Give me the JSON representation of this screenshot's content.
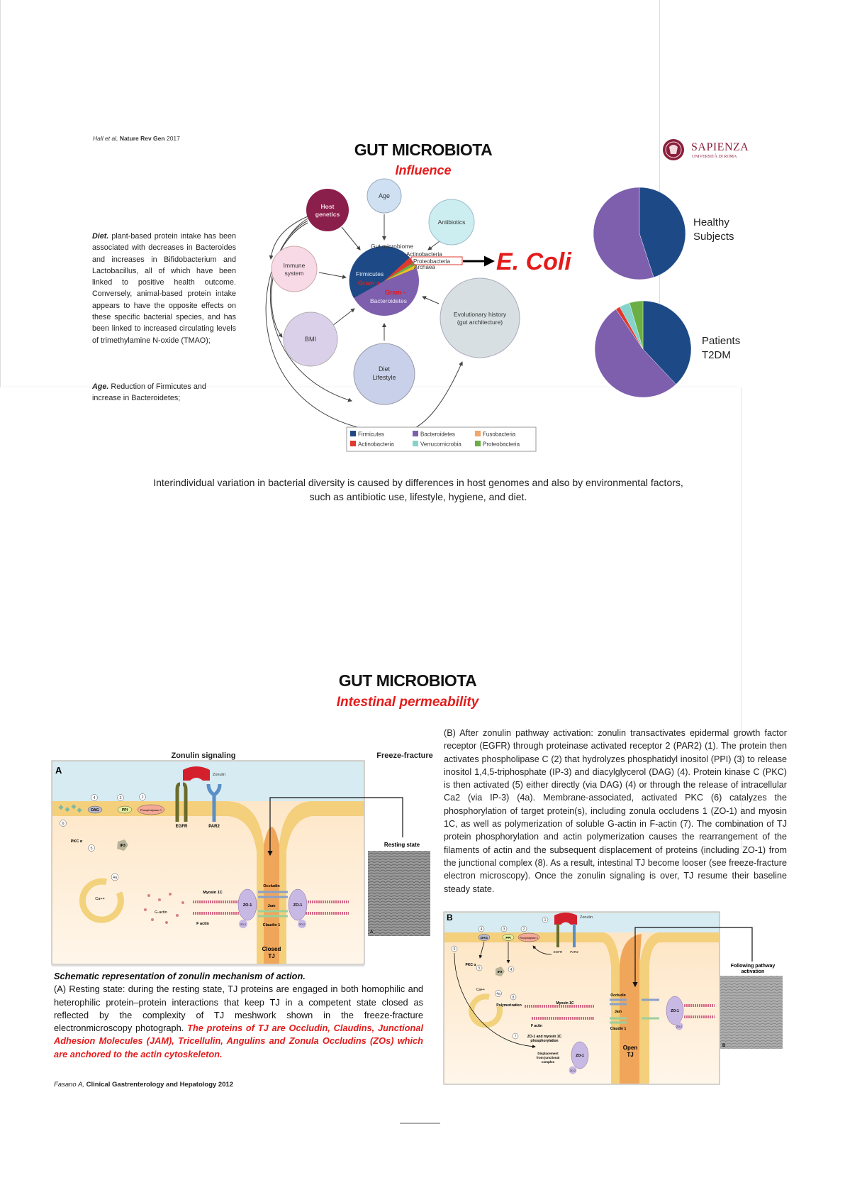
{
  "slide1": {
    "citation_authors": "Hall et al,",
    "citation_journal": "Nature Rev Gen",
    "citation_year": "2017",
    "title": "GUT MICROBIOTA",
    "subtitle": "Influence",
    "logo": {
      "name": "SAPIENZA",
      "subname": "UNIVERSITÀ DI ROMA"
    },
    "diet_label": "Diet.",
    "diet_text": " plant-based protein intake has been associated with decreases in Bacteroides and increases in Bifidobacterium and Lactobacillus, all of which have been linked to positive health outcome. Conversely, animal-based protein intake appears to have the opposite effects on these specific bacterial species, and has been linked to increased circulating levels of trimethylamine N-oxide (TMAO);",
    "age_label": "Age.",
    "age_text": " Reduction of Firmicutes and increase in Bacteroidetes;",
    "diagram": {
      "age": "Age",
      "host_genetics_1": "Host",
      "host_genetics_2": "genetics",
      "antibiotics": "Antibiotics",
      "immune_1": "Immune",
      "immune_2": "system",
      "bmi": "BMI",
      "diet_1": "Diet",
      "diet_2": "Lifestyle",
      "evo_1": "Evolutionary history",
      "evo_2": "(gut architecture)",
      "gut_microbiome": "Gut microbiome",
      "actinobacteria": "Actinobacteria",
      "proteobacteria": "Proteobacteria",
      "archaea": "Archaea",
      "firmicutes": "Firmicutes",
      "gram_pos": "Gram +",
      "gram_neg": "Gram -",
      "bacteroidetes": "Bacteroidetes",
      "ecoli": "E. Coli"
    },
    "caption_line1": "Interindividual variation in bacterial diversity is caused by differences in host genomes and also by environmental factors,",
    "caption_line2": "such as antibiotic use, lifestyle, hygiene, and diet."
  },
  "chart_data": [
    {
      "type": "pie",
      "title": "Healthy Subjects",
      "label_1": "Healthy",
      "label_2": "Subjects",
      "categories": [
        "Firmicutes",
        "Bacteroidetes"
      ],
      "values": [
        45,
        55
      ]
    },
    {
      "type": "pie",
      "title": "Patients T2DM",
      "label_1": "Patients",
      "label_2": "T2DM",
      "categories": [
        "Firmicutes",
        "Bacteroidetes",
        "Actinobacteria",
        "Verrucomicrobia",
        "Proteobacteria"
      ],
      "values": [
        38,
        52.5,
        1.5,
        3.5,
        4.5
      ]
    }
  ],
  "legend": [
    {
      "label": "Firmicutes",
      "color": "#1d4a86"
    },
    {
      "label": "Bacteroidetes",
      "color": "#7d5fae"
    },
    {
      "label": "Fusobacteria",
      "color": "#f3a66a"
    },
    {
      "label": "Actinobacteria",
      "color": "#e03a2f"
    },
    {
      "label": "Verrucomicrobia",
      "color": "#86d3cc"
    },
    {
      "label": "Proteobacteria",
      "color": "#6aae45"
    }
  ],
  "slide2": {
    "title": "GUT MICROBIOTA",
    "subtitle": "Intestinal permeability",
    "panel_a": {
      "heading": "Zonulin signaling",
      "freeze_heading": "Freeze-fracture",
      "letter": "A",
      "zonulin": "Zonulin",
      "egfr": "EGFR",
      "par": "PAR2",
      "dag": "DAG",
      "ppi": "PPI",
      "phospholipase": "Phospholipase C",
      "pkc": "PKC α",
      "ip3": "IP3",
      "ca": "Ca++",
      "n2": "2",
      "n3": "3",
      "n4": "4",
      "n4a": "4a",
      "n5": "5",
      "n6": "6",
      "g_actin": "G-actin",
      "f_actin": "F actin",
      "myosin": "Myosin 1C",
      "occludin": "Occludin",
      "jam": "Jam",
      "claudin": "Claudin 1",
      "zo1": "ZO-1",
      "zo2": "ZO-2",
      "closed_1": "Closed",
      "closed_2": "TJ",
      "resting": "Resting state",
      "img_letter": "A"
    },
    "text_b": "(B) After zonulin pathway activation: zonulin transactivates epidermal growth factor receptor (EGFR) through proteinase activated receptor 2 (PAR2) (1). The protein then activates phospholipase C (2) that hydrolyzes phosphatidyl inositol (PPI) (3) to release inositol 1,4,5-triphosphate (IP-3) and diacylglycerol (DAG) (4). Protein kinase C (PKC) is then activated (5) either directly (via DAG) (4) or through the release of intracellular Ca2 (via IP-3) (4a). Membrane-associated, activated PKC (6) catalyzes the phosphorylation of target protein(s), including zonula occludens 1 (ZO-1) and myosin 1C, as well as polymerization of soluble G-actin in F-actin (7). The combination of TJ protein phosphorylation and actin polymerization causes the rearrangement of the filaments of actin and the subsequent displacement of proteins (including ZO-1) from the junctional complex (8). As a result, intestinal TJ become looser (see freeze-fracture electron microscopy). Once the zonulin signaling is over, TJ resume their baseline steady state.",
    "panel_b": {
      "letter": "B",
      "zonulin": "Zonulin",
      "egfr": "EGFR",
      "par": "PAR2",
      "dag": "DAG",
      "ppi": "PPI",
      "phospholipase": "Phospholipase C",
      "pkc": "PKC α",
      "ip3": "IP3",
      "ca": "Ca++",
      "n1": "1",
      "n2": "2",
      "n3": "3",
      "n4": "4",
      "n4b": "4",
      "n4a": "4a",
      "n5": "5",
      "n6": "6",
      "n7": "7",
      "n8": "8",
      "polymerization": "Polymerization",
      "myosin": "Myosin 1C",
      "f_actin": "F actin",
      "occludin": "Occludin",
      "jam": "Jam",
      "claudin": "Claudin 1",
      "phos_1": "ZO-1 and myosin 1C",
      "phos_2": "phosphorylation",
      "disp_1": "Displacement",
      "disp_2": "from junctional",
      "disp_3": "complex",
      "zo1": "ZO-1",
      "zo2": "ZO-2",
      "open_1": "Open",
      "open_2": "TJ",
      "following_1": "Following pathway",
      "following_2": "activation",
      "img_letter": "B"
    },
    "caption_title": "Schematic representation of zonulin mechanism of action.",
    "caption_text": "(A) Resting state: during the resting state, TJ proteins are engaged in both homophilic and heterophilic protein–protein interactions that keep TJ in a competent state closed as reflected by the complexity of TJ meshwork shown in the freeze-fracture electronmicroscopy photograph. ",
    "caption_red": "The proteins of TJ are Occludin, Claudins, Junctional Adhesion Molecules (JAM), Tricellulin, Angulins and Zonula Occludins (ZOs) which are anchored to the actin cytoskeleton.",
    "citation_author": "Fasano A,",
    "citation_journal": "Clinical Gastrenterology and Hepatology 2012"
  }
}
